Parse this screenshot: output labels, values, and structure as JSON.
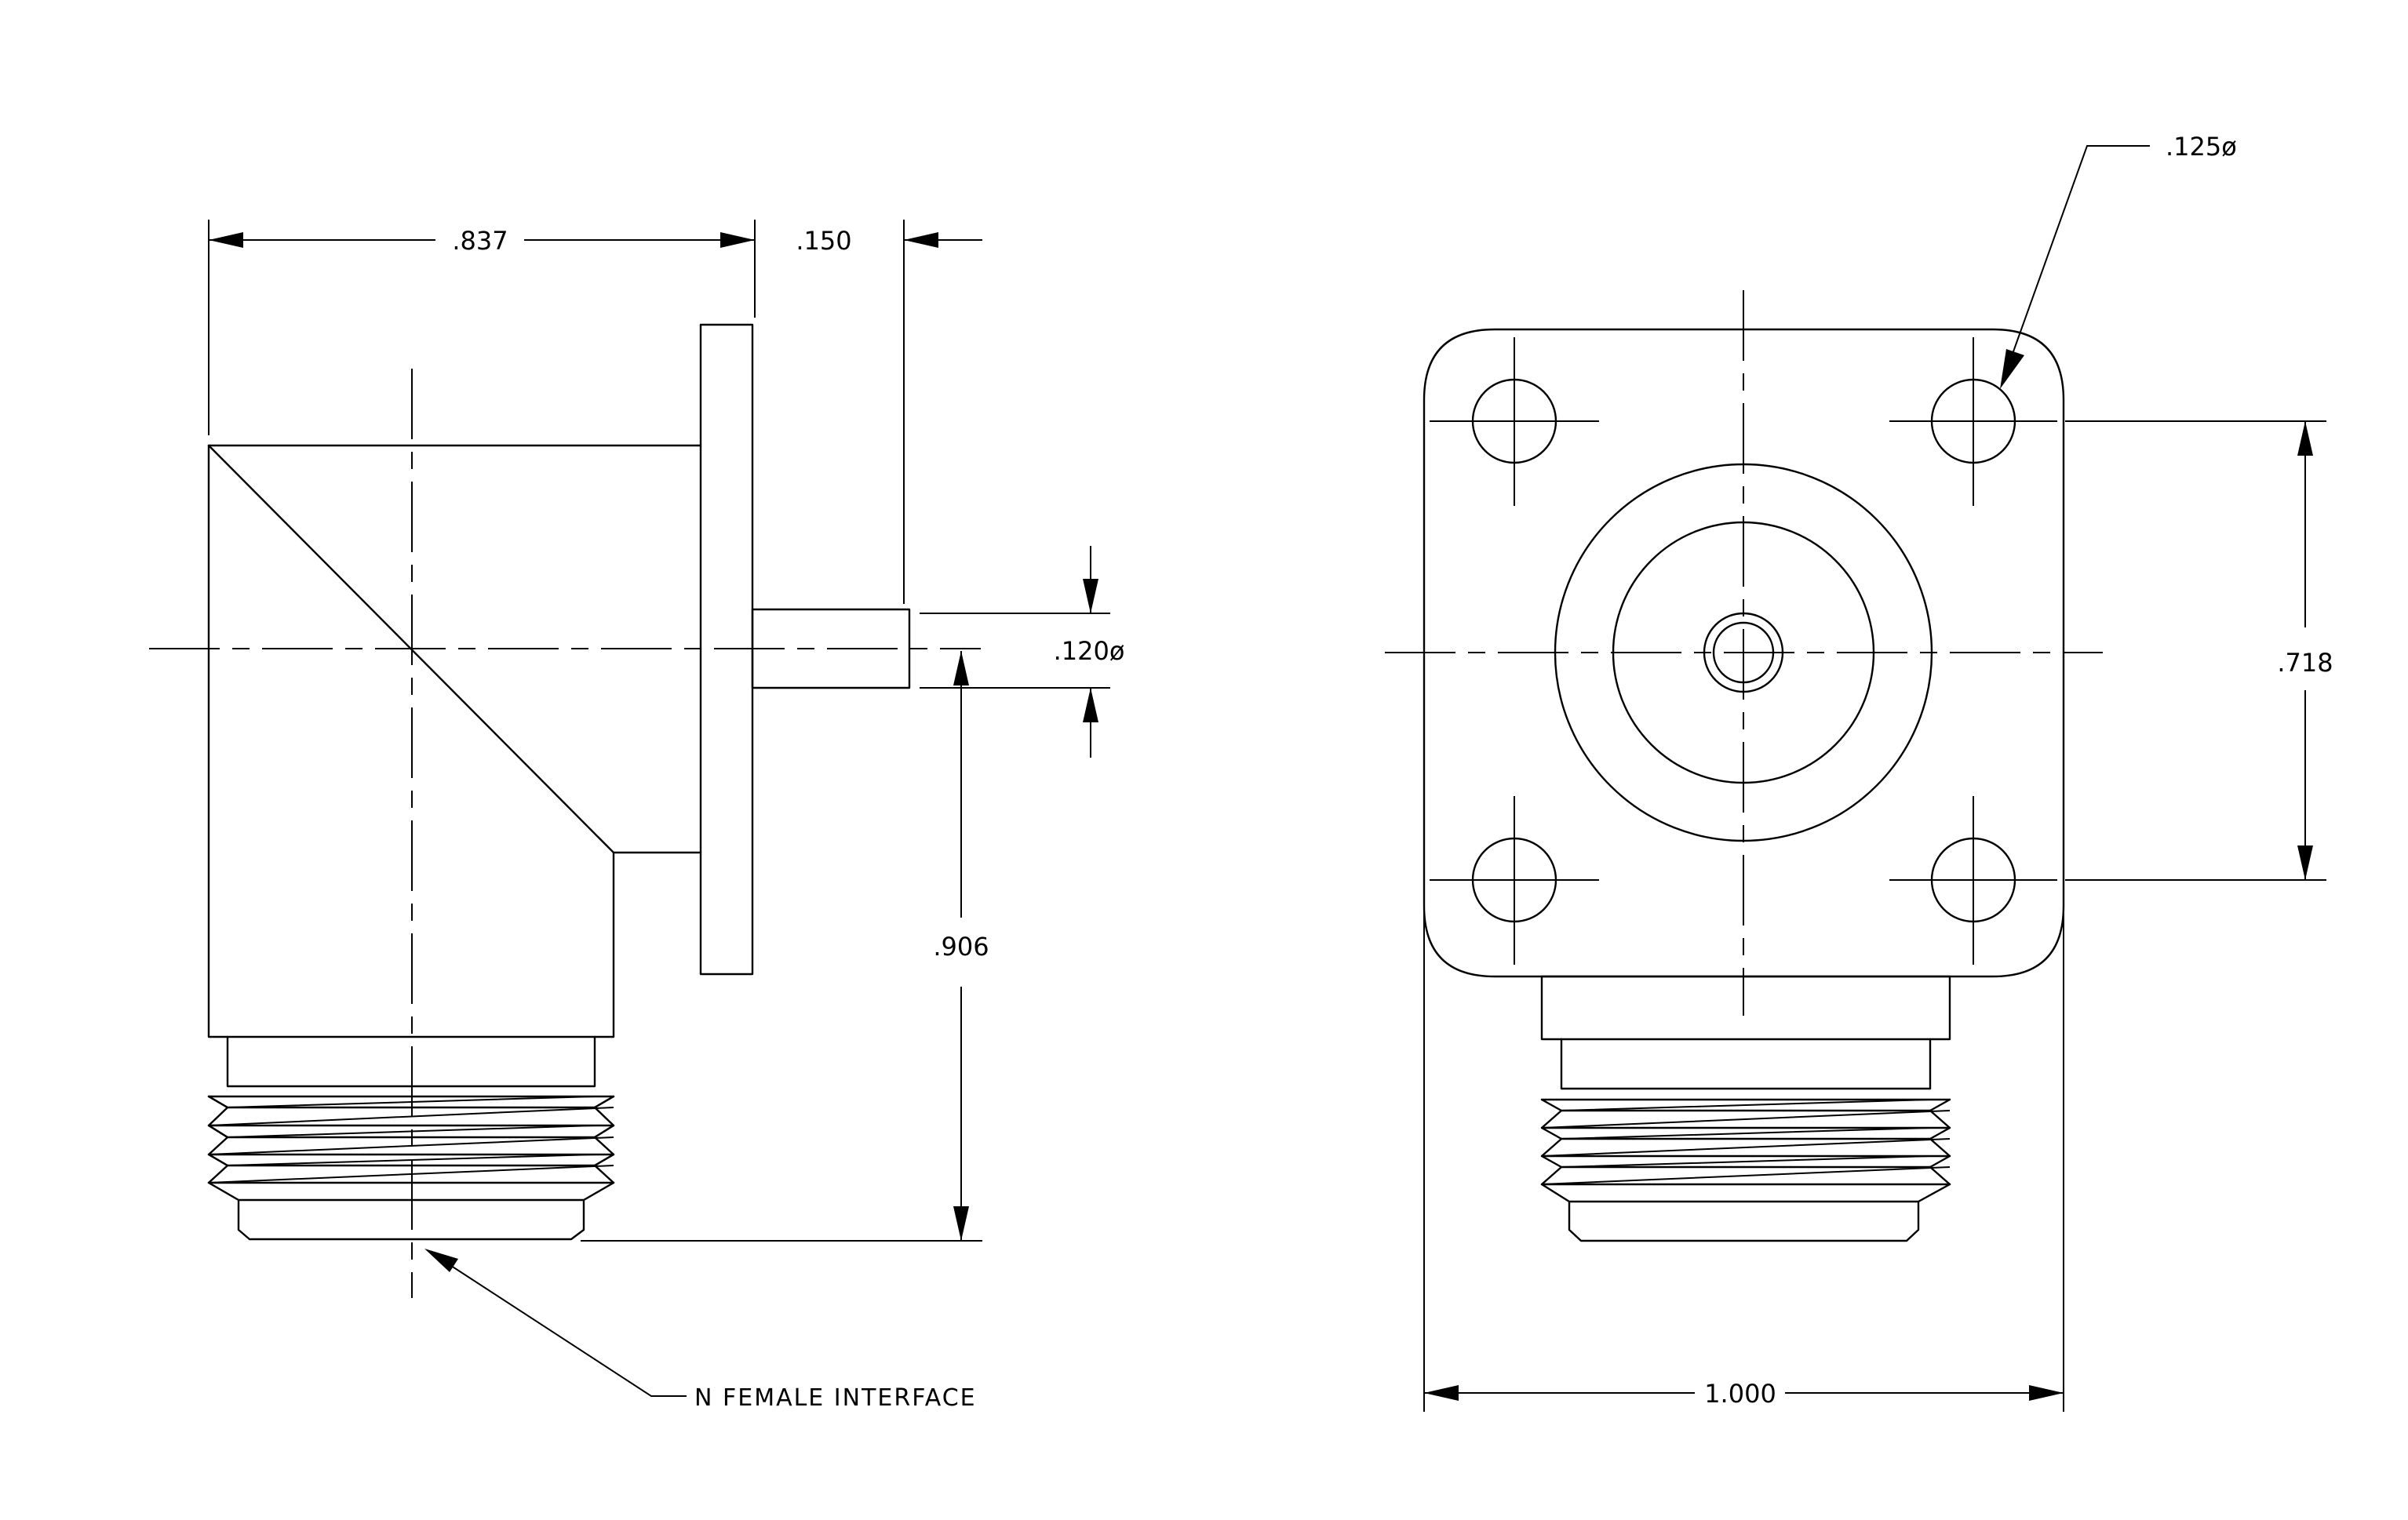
{
  "drawing": {
    "colors": {
      "ink": "#000000",
      "paper": "#ffffff"
    },
    "dimensions": {
      "side_width": ".837",
      "pin_length": ".150",
      "pin_diameter": ".120ø",
      "pin_height": ".906",
      "hole_diameter": ".125ø",
      "hole_spacing": ".718",
      "flange_width": "1.000"
    },
    "callouts": {
      "interface": "N FEMALE INTERFACE"
    }
  }
}
